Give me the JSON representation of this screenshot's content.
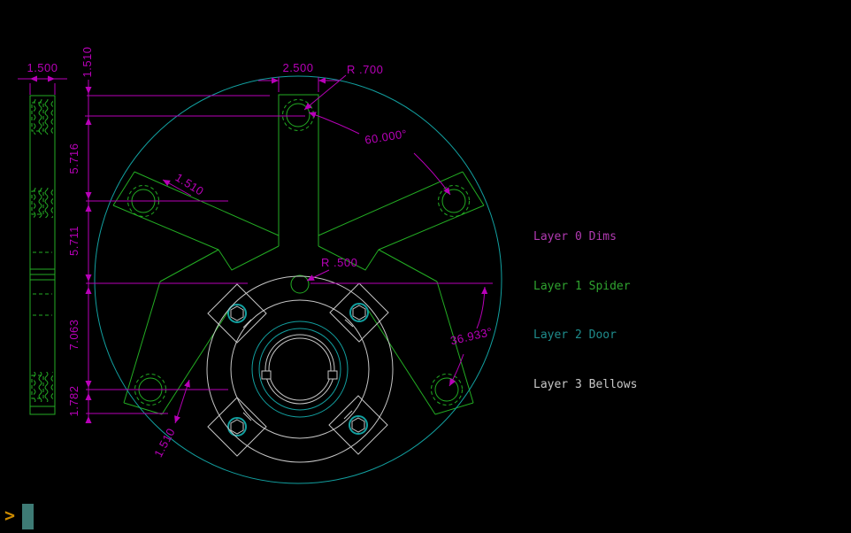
{
  "drawing": {
    "dimensions": {
      "side_width": "1.500",
      "top_offset": "1.510",
      "upper_span": "5.716",
      "mid_span": "5.711",
      "lower_span": "7.063",
      "bottom_offset": "1.782",
      "arm_width": "2.500",
      "top_hole_radius": "R .700",
      "arm_angle_top": "60.000°",
      "upper_left_arm_end": "1.510",
      "lower_left_arm_end": "1.510",
      "center_hole_radius": "R .500",
      "arm_angle_lower": "36.933°"
    }
  },
  "legend": {
    "items": [
      {
        "label": "Layer 0 Dims",
        "color": "#b23ab2"
      },
      {
        "label": "Layer 1 Spider",
        "color": "#2fa32f"
      },
      {
        "label": "Layer 2 Door",
        "color": "#1f8c8c"
      },
      {
        "label": "Layer 3 Bellows",
        "color": "#c8c8c8"
      }
    ]
  },
  "command_line": {
    "prompt": ">",
    "prompt_color": "#cc8a00",
    "cursor_color": "#3e7b75"
  },
  "layer_colors": {
    "dims": "#b800b8",
    "spider": "#23ad23",
    "door": "#12a0a0",
    "bellows": "#c6c6c6"
  }
}
